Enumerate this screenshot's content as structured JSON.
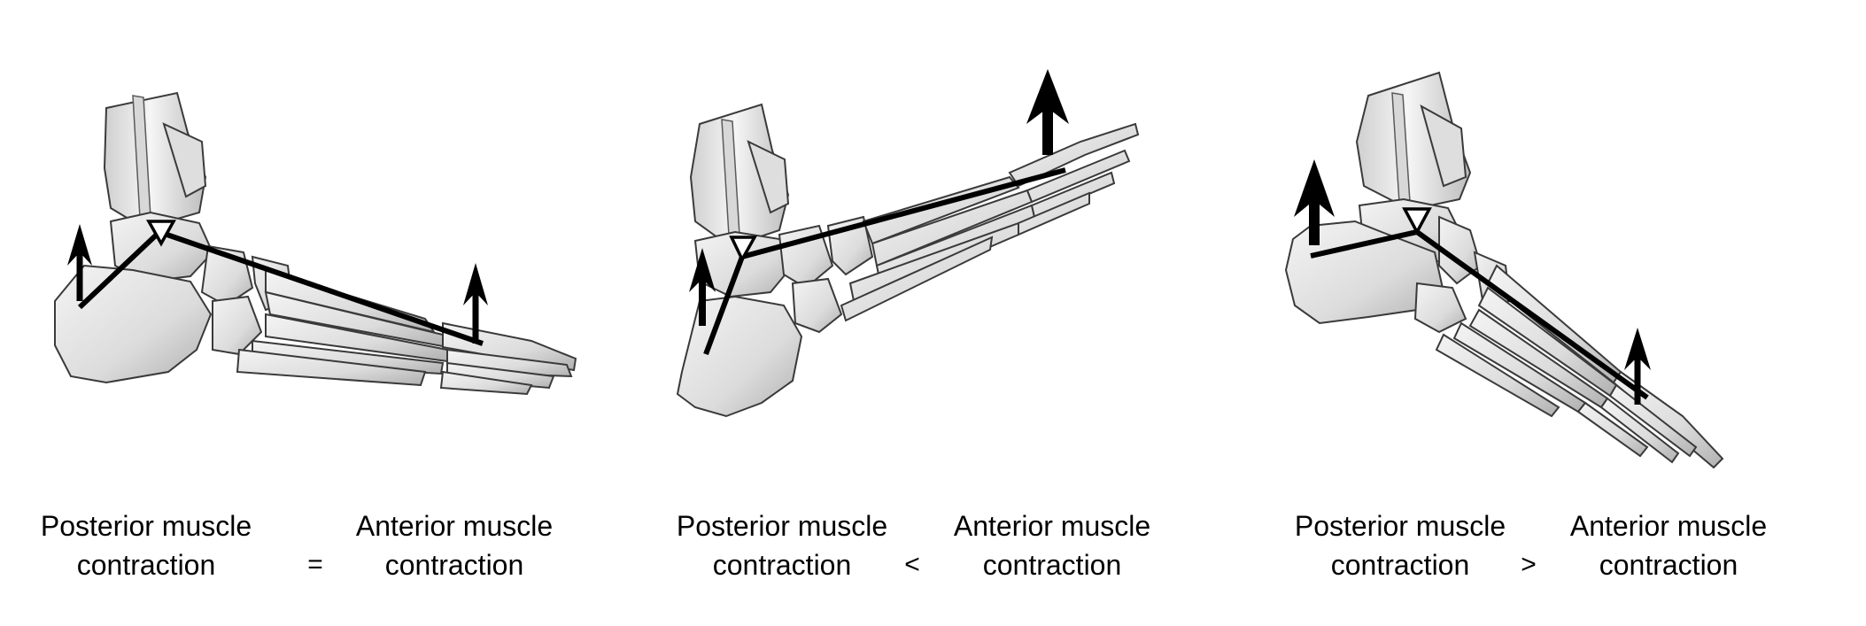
{
  "figure": {
    "description": "Lever model of the foot: posterior vs anterior muscle contraction balance",
    "panels": [
      {
        "id": "balanced",
        "left_label": {
          "line1": "Posterior muscle",
          "line2": "contraction"
        },
        "operator": "=",
        "right_label": {
          "line1": "Anterior muscle",
          "line2": "contraction"
        },
        "posterior_arrow": "thin",
        "anterior_arrow": "thin",
        "foot_pose": "neutral"
      },
      {
        "id": "anterior-dominant",
        "left_label": {
          "line1": "Posterior muscle",
          "line2": "contraction"
        },
        "operator": "<",
        "right_label": {
          "line1": "Anterior muscle",
          "line2": "contraction"
        },
        "posterior_arrow": "thin",
        "anterior_arrow": "thick",
        "foot_pose": "dorsiflexed"
      },
      {
        "id": "posterior-dominant",
        "left_label": {
          "line1": "Posterior muscle",
          "line2": "contraction"
        },
        "operator": ">",
        "right_label": {
          "line1": "Anterior muscle",
          "line2": "contraction"
        },
        "posterior_arrow": "thick",
        "anterior_arrow": "thin",
        "foot_pose": "plantarflexed"
      }
    ],
    "icons": {
      "pivot": "pivot-triangle-icon",
      "force": "up-arrow-icon"
    },
    "colors": {
      "background": "#ffffff",
      "ink": "#000000",
      "bone_fill": "#e6e6e6",
      "bone_shade": "#9a9a9a",
      "bone_outline": "#3a3a3a"
    }
  }
}
